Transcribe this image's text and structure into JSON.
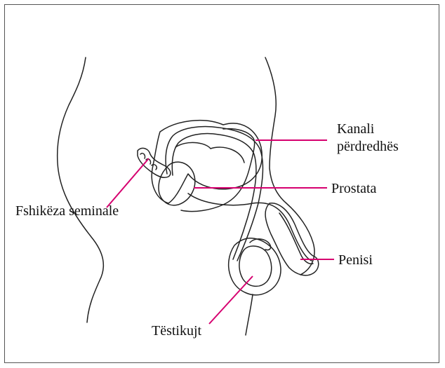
{
  "labels": {
    "vas_deferens_line1": "Kanali",
    "vas_deferens_line2": "përdredhës",
    "prostate": "Prostata",
    "seminal_vesicle": "Fshikëza seminale",
    "penis": "Penisi",
    "testicles": "Tëstikujt"
  },
  "colors": {
    "leader_line": "#d6006f",
    "outline": "#222222",
    "frame_border": "#555555"
  }
}
